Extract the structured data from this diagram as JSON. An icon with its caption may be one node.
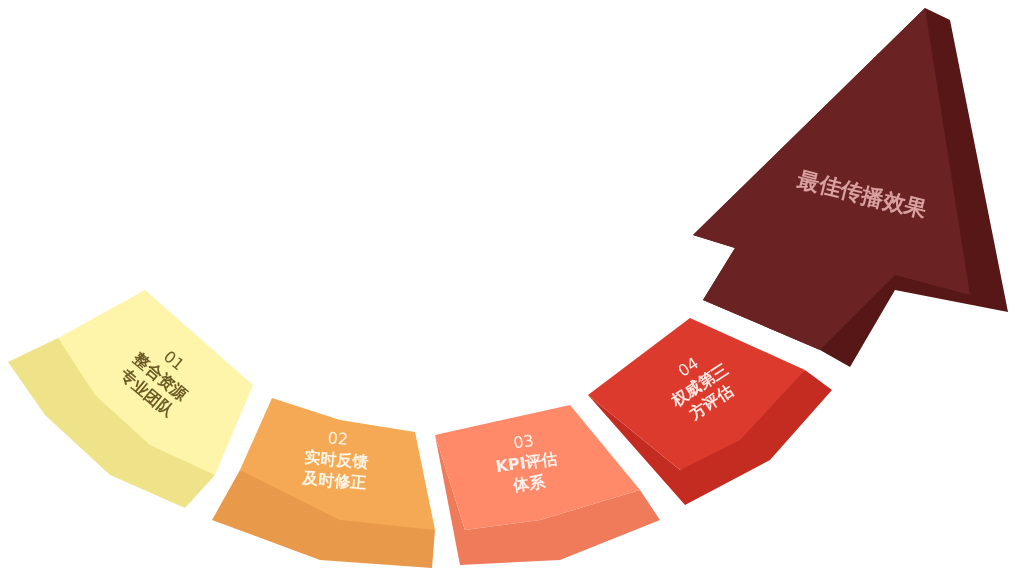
{
  "diagram": {
    "nodes": [
      {
        "text": [
          "01",
          "整合资源专业团队"
        ]
      },
      {
        "text": [
          "02",
          "实时反馈及时修正"
        ]
      },
      {
        "text": [
          "03",
          "KPI评估体系"
        ]
      },
      {
        "text": [
          "04",
          "权威第三方评估"
        ]
      },
      {
        "text": [
          "最佳传播效果"
        ]
      }
    ]
  }
}
